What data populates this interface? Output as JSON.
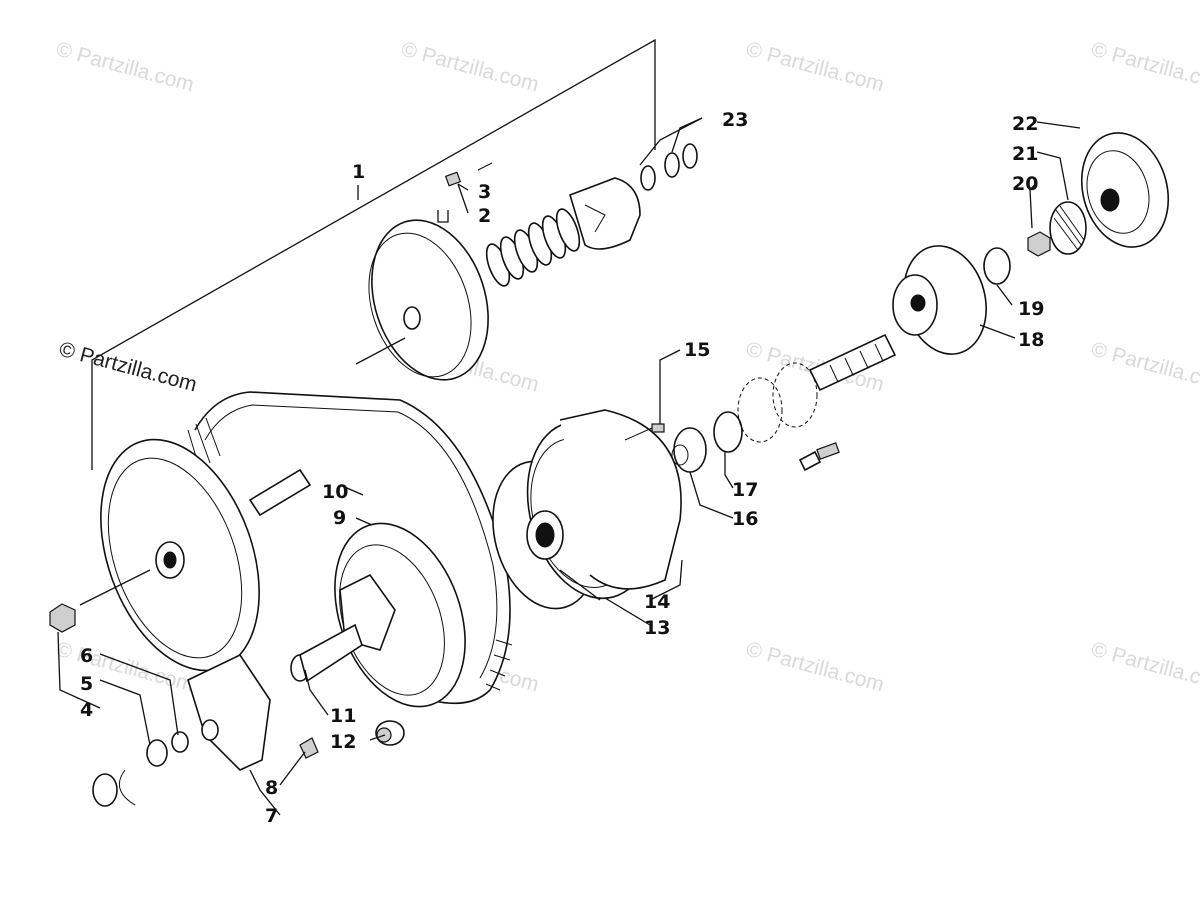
{
  "watermark": {
    "text": "© Partzilla.com",
    "prominent_text": "© Partzilla.com"
  },
  "callouts": {
    "p1": "1",
    "p2": "2",
    "p3": "3",
    "p4": "4",
    "p5": "5",
    "p6": "6",
    "p7": "7",
    "p8": "8",
    "p9": "9",
    "p10": "10",
    "p11": "11",
    "p12": "12",
    "p13": "13",
    "p14": "14",
    "p15": "15",
    "p16": "16",
    "p17": "17",
    "p18": "18",
    "p19": "19",
    "p20": "20",
    "p21": "21",
    "p22": "22",
    "p23": "23"
  }
}
